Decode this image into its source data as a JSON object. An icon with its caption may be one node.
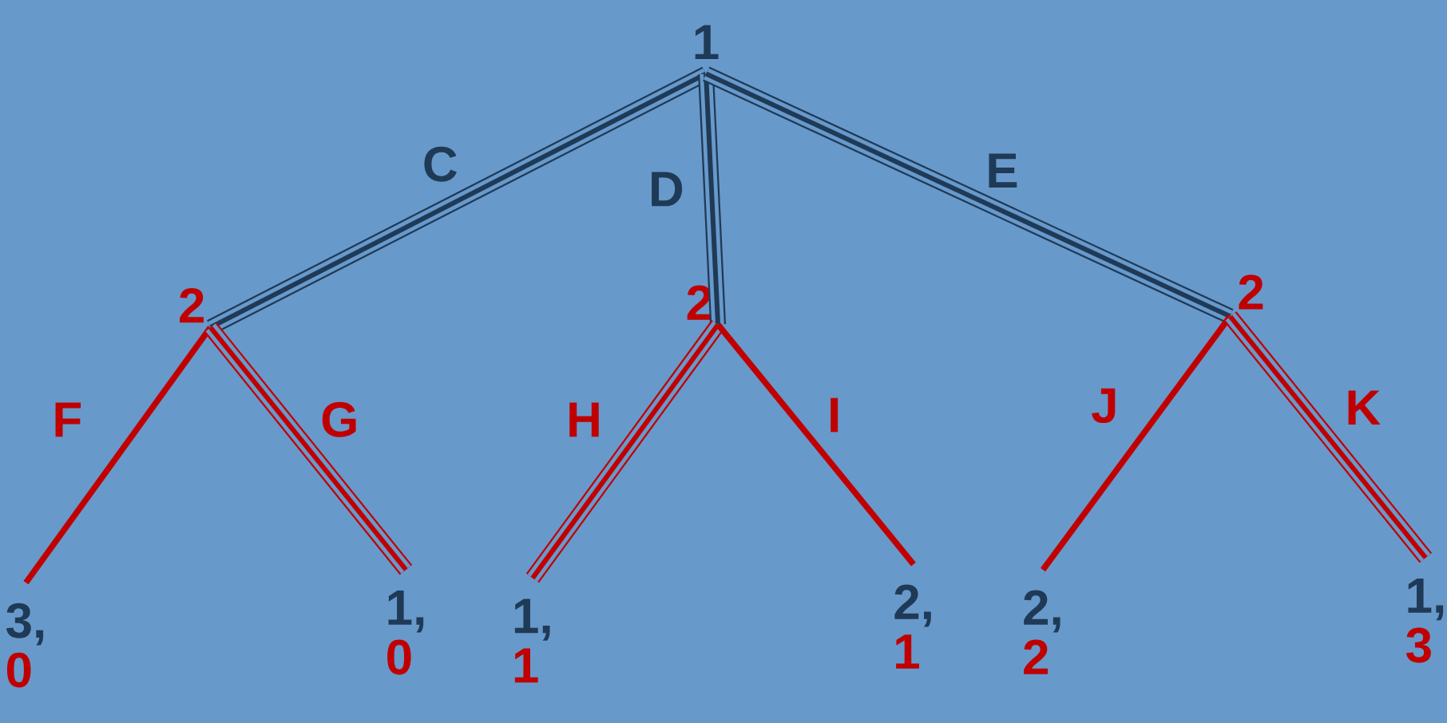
{
  "diagram": {
    "nodes": [
      {
        "text": [
          "1"
        ]
      },
      {
        "text": [
          "2"
        ]
      },
      {
        "text": [
          "2"
        ]
      },
      {
        "text": [
          "2"
        ]
      },
      {
        "text": [
          "3,",
          "0"
        ]
      },
      {
        "text": [
          "1,",
          "0"
        ]
      },
      {
        "text": [
          "1,",
          "1"
        ]
      },
      {
        "text": [
          "2,",
          "1"
        ]
      },
      {
        "text": [
          "2,",
          "2"
        ]
      },
      {
        "text": [
          "1,",
          "3"
        ]
      }
    ],
    "edges": [
      {
        "from": 0,
        "to": 1,
        "arrow": "none",
        "label": "C",
        "color": "#1f3a56"
      },
      {
        "from": 0,
        "to": 2,
        "arrow": "none",
        "label": "D",
        "color": "#1f3a56"
      },
      {
        "from": 0,
        "to": 3,
        "arrow": "none",
        "label": "E",
        "color": "#1f3a56"
      },
      {
        "from": 1,
        "to": 4,
        "arrow": "none",
        "label": "F"
      },
      {
        "from": 1,
        "to": 5,
        "arrow": "none",
        "label": "G"
      },
      {
        "from": 2,
        "to": 6,
        "arrow": "none",
        "label": "H"
      },
      {
        "from": 2,
        "to": 7,
        "arrow": "none",
        "label": "I"
      },
      {
        "from": 3,
        "to": 8,
        "arrow": "none",
        "label": "J"
      },
      {
        "from": 3,
        "to": 9,
        "arrow": "none",
        "label": "K"
      }
    ]
  }
}
